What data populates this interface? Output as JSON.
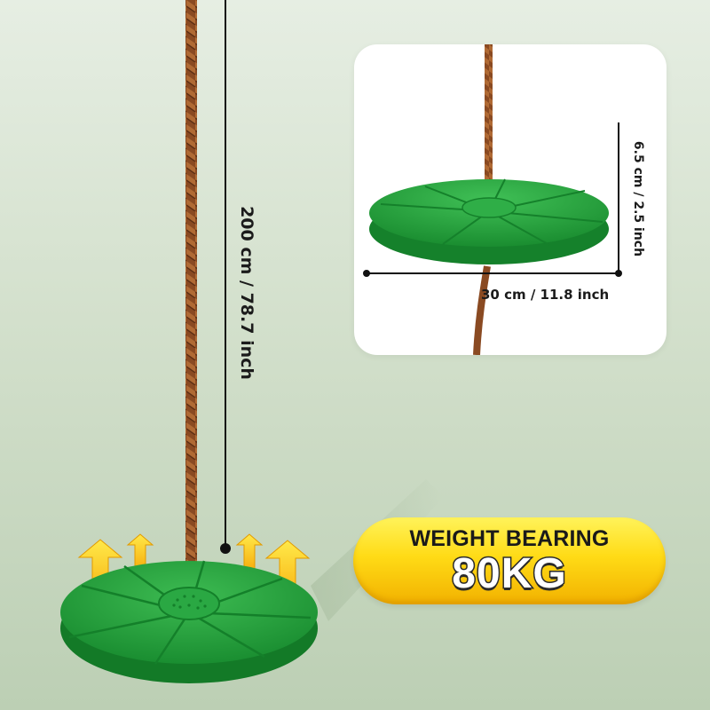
{
  "product": {
    "rope_length_label": "200 cm / 78.7 inch",
    "seat_height_label": "6.5 cm / 2.5 inch",
    "seat_diameter_label": "30 cm / 11.8 inch"
  },
  "badge": {
    "line1": "WEIGHT BEARING",
    "line2": "80KG"
  },
  "colors": {
    "seat_green": "#1f9a36",
    "rope_brown": "#8a4a22",
    "badge_yellow": "#ffdb16",
    "arrow_yellow": "#ffd21a"
  },
  "icons": [
    "rope-icon",
    "swing-seat-icon",
    "up-arrow-icon"
  ]
}
